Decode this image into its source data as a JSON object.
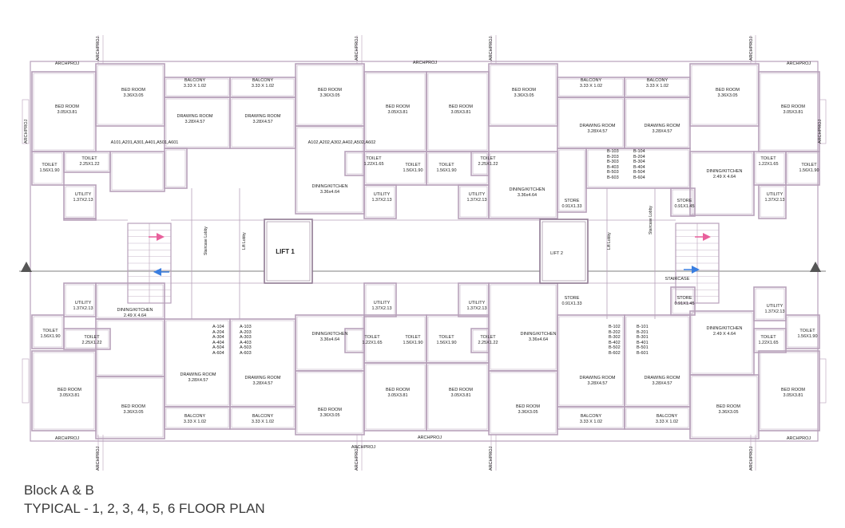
{
  "caption": {
    "line1": "Block A & B",
    "line2": "TYPICAL - 1, 2, 3, 4, 5, 6 FLOOR PLAN"
  },
  "colors": {
    "wall": "#b7a1ba",
    "wall_dark": "#8f7a93",
    "ink": "#222222",
    "arrow_pink": "#e8609c",
    "arrow_blue": "#3a7ee0",
    "caption": "#3a3a3a"
  },
  "labels": {
    "archproj": "ARCHPROJ",
    "balcony": "BALCONY",
    "balcony_dim": "3.33 X 1.02",
    "bed_room": "BED ROOM",
    "dim_bed_a": "3.36X3.05",
    "dim_bed_b": "3.05X3.81",
    "drawing_room": "DRAWING ROOM",
    "dim_drawing": "3.28X4.57",
    "toilet": "TOILET",
    "dim_toilet_a": "2.25X1.22",
    "dim_toilet_b": "1.56X1.90",
    "dim_toilet_c": "1.22X1.65",
    "utility": "UTILITY",
    "dim_utility": "1.37X2.13",
    "dining_kitchen": "DINING/KITCHEN",
    "dim_dk_a": "2.49 X 4.64",
    "dim_dk_b": "3.36x4.64",
    "store": "STORE",
    "dim_store_a": "0.91X1.33",
    "dim_store_b": "0.91X1.45",
    "lift1": "LIFT 1",
    "lift2": "LIFT 2",
    "lift_lobby": "Lift Lobby",
    "staircase_lobby": "Staircase Lobby",
    "staircase": "STAIRCASE",
    "flats_a_top": "A101,A201,A301,A401,A501,A601",
    "flats_a_top2": "A102,A202,A302,A402,A502,A602",
    "flats_a_bottom1": "A-104\nA-204\nA-304\nA-404\nA-504\nA-604",
    "flats_a_bottom2": "A-103\nA-203\nA-303\nA-403\nA-503\nA-603",
    "flats_b_top1": "B-103\nB-203\nB-303\nB-403\nB-503\nB-603",
    "flats_b_top2": "B-104\nB-204\nB-304\nB-404\nB-504\nB-604",
    "flats_b_bottom1": "B-102\nB-202\nB-302\nB-402\nB-502\nB-602",
    "flats_b_bottom2": "B-101\nB-201\nB-301\nB-401\nB-501\nB-601"
  }
}
